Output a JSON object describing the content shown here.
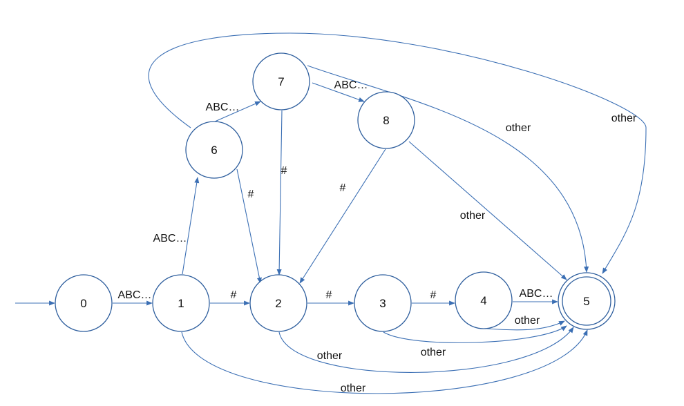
{
  "diagram": {
    "nodes": [
      {
        "id": "0",
        "label": "0"
      },
      {
        "id": "1",
        "label": "1"
      },
      {
        "id": "2",
        "label": "2"
      },
      {
        "id": "3",
        "label": "3"
      },
      {
        "id": "4",
        "label": "4"
      },
      {
        "id": "5",
        "label": "5",
        "accepting": true
      },
      {
        "id": "6",
        "label": "6"
      },
      {
        "id": "7",
        "label": "7"
      },
      {
        "id": "8",
        "label": "8"
      }
    ],
    "start_state": "0",
    "edges": [
      {
        "from": "0",
        "to": "1",
        "label": "ABC…"
      },
      {
        "from": "1",
        "to": "2",
        "label": "#"
      },
      {
        "from": "2",
        "to": "3",
        "label": "#"
      },
      {
        "from": "3",
        "to": "4",
        "label": "#"
      },
      {
        "from": "4",
        "to": "5",
        "label": "ABC…"
      },
      {
        "from": "1",
        "to": "6",
        "label": "ABC…"
      },
      {
        "from": "6",
        "to": "7",
        "label": "ABC…"
      },
      {
        "from": "7",
        "to": "8",
        "label": "ABC…"
      },
      {
        "from": "6",
        "to": "2",
        "label": "#"
      },
      {
        "from": "7",
        "to": "2",
        "label": "#"
      },
      {
        "from": "8",
        "to": "2",
        "label": "#"
      },
      {
        "from": "8",
        "to": "5",
        "label": "other"
      },
      {
        "from": "7",
        "to": "5",
        "label": "other"
      },
      {
        "from": "6",
        "to": "5",
        "label": "other"
      },
      {
        "from": "4",
        "to": "5",
        "label": "other"
      },
      {
        "from": "3",
        "to": "5",
        "label": "other"
      },
      {
        "from": "2",
        "to": "5",
        "label": "other"
      },
      {
        "from": "1",
        "to": "5",
        "label": "other"
      }
    ]
  },
  "colors": {
    "edge": "#3b6fb4",
    "node_stroke": "#2f5f9e",
    "text": "#111111"
  }
}
